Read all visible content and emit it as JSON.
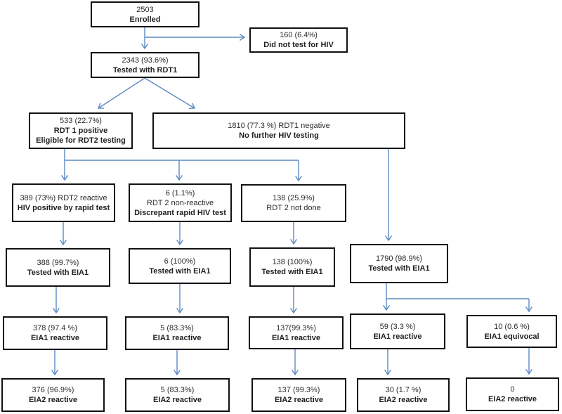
{
  "colors": {
    "arrow": "#5b8ac2",
    "box_border": "#111111",
    "text": "#2b2b2b",
    "background": "#ffffff"
  },
  "nodes": {
    "enrolled": {
      "line1": "2503",
      "line2": "Enrolled"
    },
    "did_not_test": {
      "line1": "160 (6.4%)",
      "line2": "Did not test for HIV"
    },
    "tested_rdt1": {
      "line1": "2343 (93.6%)",
      "line2": "Tested with RDT1"
    },
    "rdt1_positive": {
      "line1": "533 (22.7%)",
      "line2": "RDT 1 positive",
      "line3": "Eligible for RDT2 testing"
    },
    "rdt1_negative": {
      "line1": "1810 (77.3 %) RDT1 negative",
      "line2": "No further HIV testing"
    },
    "rdt2_reactive": {
      "line1": "389 (73%) RDT2 reactive",
      "line2": "HIV positive by rapid test"
    },
    "rdt2_nonreactive": {
      "line1": "6 (1.1%)",
      "line2": "RDT 2 non-reactive",
      "line3": "Discrepant rapid HIV test"
    },
    "rdt2_not_done": {
      "line1": "138 (25.9%)",
      "line2": "RDT 2 not done"
    },
    "eia1_tested_a": {
      "line1": "388 (99.7%)",
      "line2": "Tested with EIA1"
    },
    "eia1_tested_b": {
      "line1": "6 (100%)",
      "line2": "Tested with EIA1"
    },
    "eia1_tested_c": {
      "line1": "138 (100%)",
      "line2": "Tested with EIA1"
    },
    "eia1_tested_d": {
      "line1": "1790 (98.9%)",
      "line2": "Tested with EIA1"
    },
    "eia1_reactive_a": {
      "line1": "378 (97.4 %)",
      "line2": "EIA1 reactive"
    },
    "eia1_reactive_b": {
      "line1": "5 (83.3%)",
      "line2": "EIA1 reactive"
    },
    "eia1_reactive_c": {
      "line1": "137(99.3%)",
      "line2": "EIA1 reactive"
    },
    "eia1_reactive_d": {
      "line1": "59 (3.3 %)",
      "line2": "EIA1 reactive"
    },
    "eia1_equivocal": {
      "line1": "10 (0.6 %)",
      "line2": "EIA1 equivocal"
    },
    "eia2_reactive_a": {
      "line1": "376 (96.9%)",
      "line2": "EIA2 reactive"
    },
    "eia2_reactive_b": {
      "line1": "5 (83.3%)",
      "line2": "EIA2 reactive"
    },
    "eia2_reactive_c": {
      "line1": "137 (99.3%)",
      "line2": "EIA2 reactive"
    },
    "eia2_reactive_d": {
      "line1": "30 (1.7 %)",
      "line2": "EIA2 reactive"
    },
    "eia2_reactive_e": {
      "line1": "0",
      "line2": "EIA2 reactive"
    }
  }
}
